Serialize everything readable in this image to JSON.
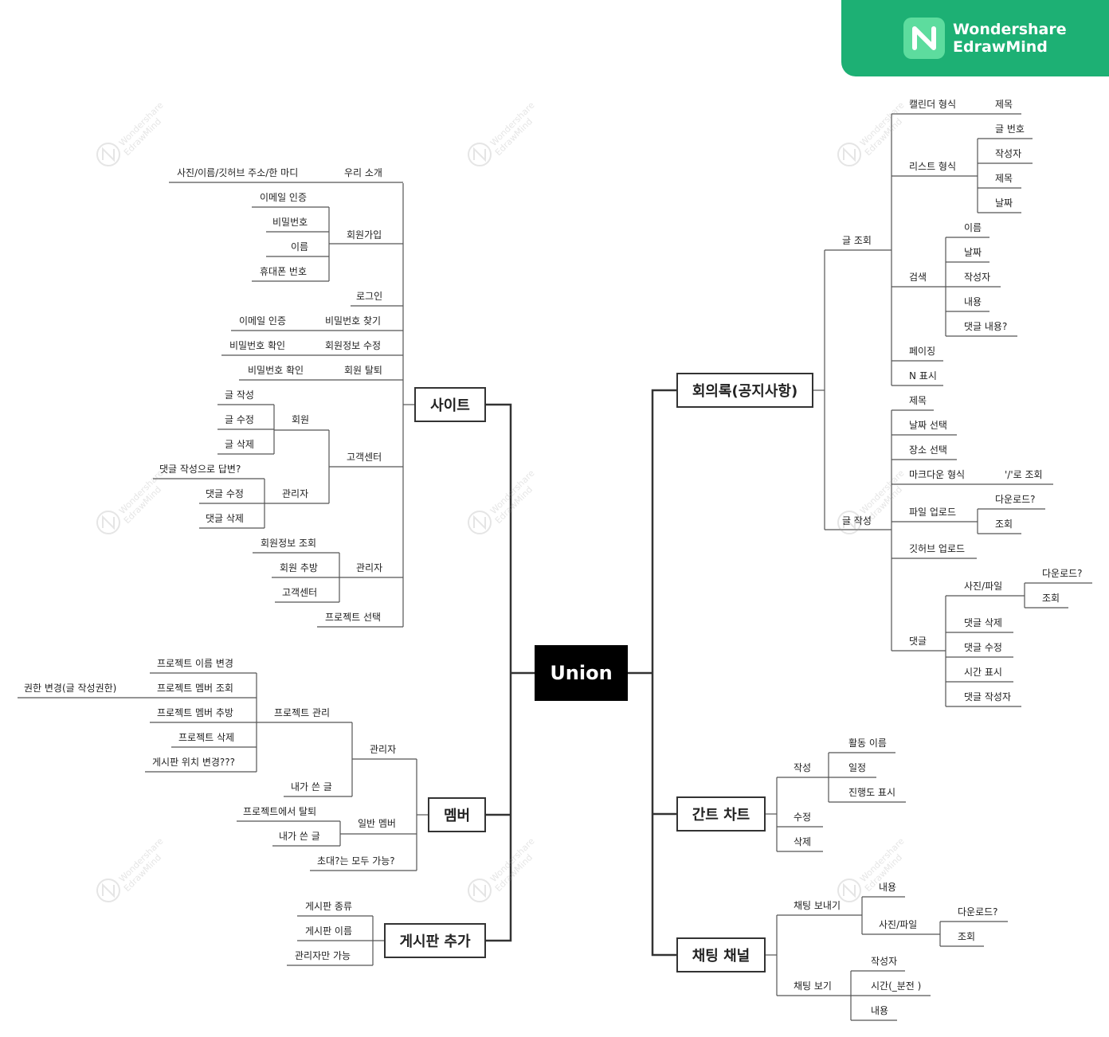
{
  "brand": {
    "line1": "Wondershare",
    "line2": "EdrawMind"
  },
  "watermark_text": [
    "Wondershare",
    "EdrawMind"
  ],
  "root": "Union",
  "branches": {
    "site": "사이트",
    "member": "멤버",
    "board": "게시판 추가",
    "minutes": "회의록(공지사항)",
    "gantt": "간트 차트",
    "chat": "채팅 채널"
  },
  "site": {
    "about": "우리 소개",
    "about_detail": "사진/이름/깃허브 주소/한 마디",
    "signup": "회원가입",
    "signup_items": [
      "이메일 인증",
      "비밀번호",
      "이름",
      "휴대폰 번호"
    ],
    "login": "로그인",
    "find_pw": "비밀번호 찾기",
    "find_pw_detail": "이메일 인증",
    "edit_info": "회원정보 수정",
    "edit_info_detail": "비밀번호 확인",
    "withdraw": "회원 탈퇴",
    "withdraw_detail": "비밀번호 확인",
    "support": "고객센터",
    "support_member": "회원",
    "support_member_items": [
      "글 작성",
      "글 수정",
      "글 삭제"
    ],
    "support_admin": "관리자",
    "support_admin_items": [
      "댓글 작성으로 답변?",
      "댓글 수정",
      "댓글 삭제"
    ],
    "admin": "관리자",
    "admin_items": [
      "회원정보 조회",
      "회원 추방",
      "고객센터"
    ],
    "project_select": "프로젝트 선택"
  },
  "member": {
    "admin": "관리자",
    "project_manage": "프로젝트 관리",
    "pm_items": [
      "프로젝트 이름 변경",
      "프로젝트 멤버 조회",
      "프로젝트 멤버 추방",
      "프로젝트 삭제",
      "게시판 위치 변경???"
    ],
    "pm_member_sub": "권한 변경(글 작성권한)",
    "admin_posts": "내가 쓴 글",
    "general": "일반 멤버",
    "general_items": [
      "프로젝트에서 탈퇴",
      "내가 쓴 글"
    ],
    "invite": "초대?는 모두 가능?"
  },
  "board": {
    "items": [
      "게시판 종류",
      "게시판 이름",
      "관리자만 가능"
    ]
  },
  "minutes": {
    "view": "글 조회",
    "calendar": "캘린더 형식",
    "calendar_title": "제목",
    "list": "리스트 형식",
    "list_items": [
      "글 번호",
      "작성자",
      "제목",
      "날짜"
    ],
    "search": "검색",
    "search_items": [
      "이름",
      "날짜",
      "작성자",
      "내용",
      "댓글 내용?"
    ],
    "paging": "페이징",
    "n_display": "N 표시",
    "write": "글 작성",
    "title": "제목",
    "date_select": "날짜 선택",
    "place_select": "장소 선택",
    "markdown": "마크다운 형식",
    "markdown_sub": "'/'로 조회",
    "file_upload": "파일 업로드",
    "file_upload_items": [
      "다운로드?",
      "조회"
    ],
    "github_upload": "깃허브 업로드",
    "comment": "댓글",
    "photo_file": "사진/파일",
    "photo_file_items": [
      "다운로드?",
      "조회"
    ],
    "comment_items": [
      "댓글 삭제",
      "댓글 수정",
      "시간 표시",
      "댓글 작성자"
    ]
  },
  "gantt": {
    "write": "작성",
    "write_items": [
      "활동 이름",
      "일정",
      "진행도 표시"
    ],
    "edit": "수정",
    "delete": "삭제"
  },
  "chat": {
    "send": "채팅 보내기",
    "content": "내용",
    "photo_file": "사진/파일",
    "photo_file_items": [
      "다운로드?",
      "조회"
    ],
    "view": "채팅 보기",
    "view_items": [
      "작성자",
      "시간(_분전 )",
      "내용"
    ]
  }
}
